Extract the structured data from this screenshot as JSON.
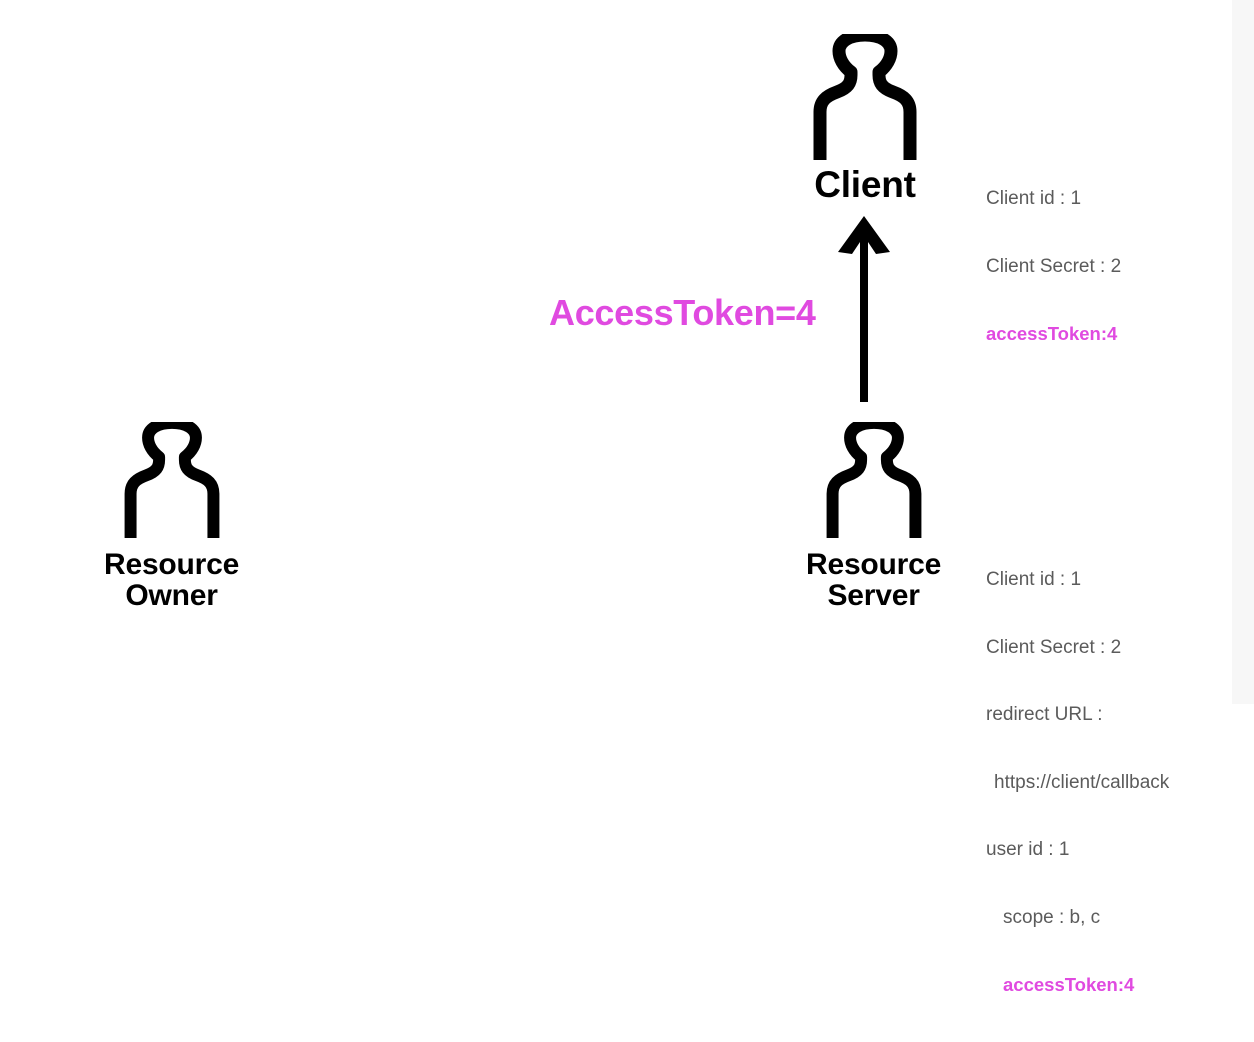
{
  "canvas": {
    "background_color": "#ffffff",
    "side_strip_color": "#f7f7f7",
    "accent_color": "#e04ae0",
    "text_color": "#000000",
    "annotation_text_color": "#5b5b5b"
  },
  "actors": {
    "client": {
      "label": "Client",
      "icon": "person-outline-icon"
    },
    "resource_owner": {
      "label": "Resource\nOwner",
      "icon": "person-outline-icon"
    },
    "resource_server": {
      "label": "Resource\nServer",
      "icon": "person-outline-icon"
    }
  },
  "arrow": {
    "icon": "arrow-up-icon",
    "label": "AccessToken=4",
    "color": "#000000",
    "label_color": "#e04ae0",
    "from": "Resource Server",
    "to": "Client"
  },
  "annotations": {
    "client": {
      "lines": [
        "Client id : 1",
        "Client Secret : 2"
      ],
      "token_line": "accessToken:4"
    },
    "server": {
      "lines": [
        "Client id : 1",
        "Client Secret : 2",
        "redirect URL :",
        "https://client/callback",
        "user id : 1",
        "scope : b, c"
      ],
      "token_line": "accessToken:4"
    }
  }
}
